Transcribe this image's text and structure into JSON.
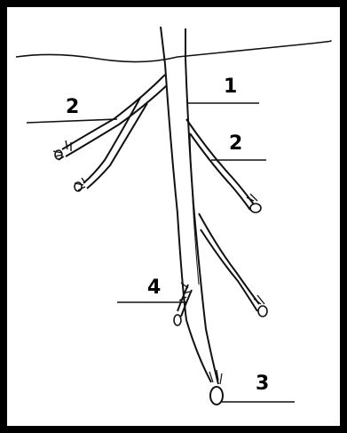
{
  "diagram": {
    "labels": {
      "main_root": "1",
      "lateral_root_left": "2",
      "lateral_root_right": "2",
      "root_tip": "3",
      "root_hairs": "4"
    },
    "colors": {
      "frame": "#000000",
      "ink": "#111111",
      "background": "#ffffff"
    }
  }
}
